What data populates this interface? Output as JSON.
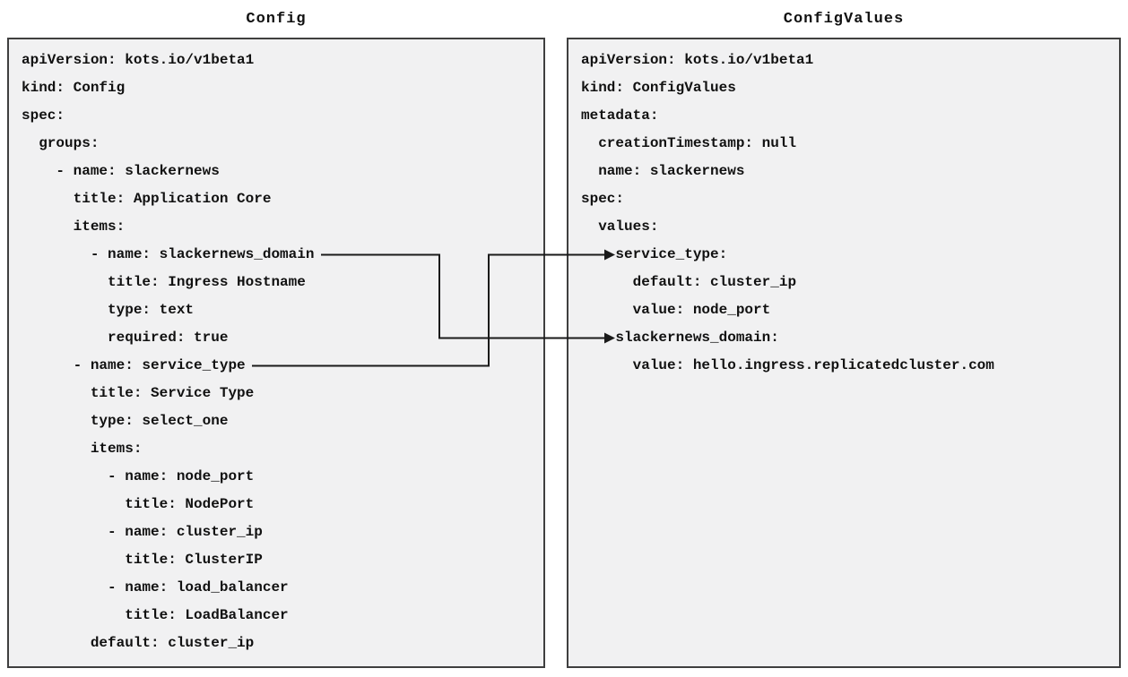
{
  "left_panel": {
    "title": "Config",
    "lines": [
      "apiVersion: kots.io/v1beta1",
      "kind: Config",
      "spec:",
      "  groups:",
      "    - name: slackernews",
      "      title: Application Core",
      "      items:",
      "        - name: slackernews_domain",
      "          title: Ingress Hostname",
      "          type: text",
      "          required: true",
      "      - name: service_type",
      "        title: Service Type",
      "        type: select_one",
      "        items:",
      "          - name: node_port",
      "            title: NodePort",
      "          - name: cluster_ip",
      "            title: ClusterIP",
      "          - name: load_balancer",
      "            title: LoadBalancer",
      "        default: cluster_ip"
    ]
  },
  "right_panel": {
    "title": "ConfigValues",
    "lines": [
      "apiVersion: kots.io/v1beta1",
      "kind: ConfigValues",
      "metadata:",
      "  creationTimestamp: null",
      "  name: slackernews",
      "spec:",
      "  values:",
      "    service_type:",
      "      default: cluster_ip",
      "      value: node_port",
      "    slackernews_domain:",
      "      value: hello.ingress.replicatedcluster.com"
    ]
  },
  "connections": [
    {
      "from": "Config item slackernews_domain",
      "to": "ConfigValues value slackernews_domain"
    },
    {
      "from": "Config item service_type",
      "to": "ConfigValues value service_type"
    }
  ],
  "colors": {
    "panel_bg": "#f1f1f2",
    "panel_border": "#3f3f3f",
    "text": "#111111",
    "arrow": "#1a1a1a"
  }
}
